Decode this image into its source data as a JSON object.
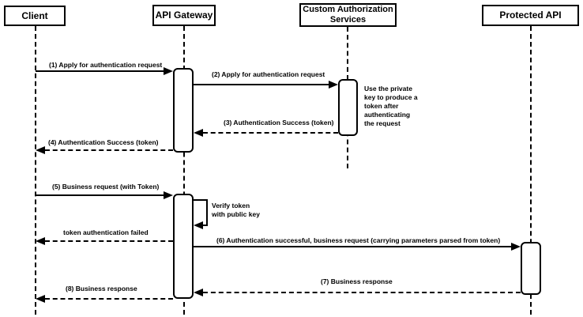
{
  "diagram_type": "uml-sequence-diagram",
  "colors": {
    "line": "#000000",
    "fill": "#ffffff",
    "text": "#000000"
  },
  "participants": {
    "client": "Client",
    "gateway": "API Gateway",
    "custom_auth": "Custom Authorization Services",
    "protected_api": "Protected API"
  },
  "messages": {
    "m1": {
      "label": "(1) Apply for authentication request",
      "type": "solid",
      "from": "client",
      "to": "gateway"
    },
    "m2": {
      "label": "(2) Apply for authentication request",
      "type": "solid",
      "from": "gateway",
      "to": "custom_auth"
    },
    "m3": {
      "label": "(3) Authentication Success (token)",
      "type": "dashed",
      "from": "custom_auth",
      "to": "gateway"
    },
    "m4": {
      "label": "(4) Authentication Success (token)",
      "type": "dashed",
      "from": "gateway",
      "to": "client"
    },
    "m5": {
      "label": "(5) Business request (with Token)",
      "type": "solid",
      "from": "client",
      "to": "gateway"
    },
    "token_failed": {
      "label": "token authentication failed",
      "type": "dashed",
      "from": "gateway",
      "to": "client"
    },
    "m6": {
      "label": "(6) Authentication successful, business request (carrying parameters parsed from token)",
      "type": "solid",
      "from": "gateway",
      "to": "protected_api"
    },
    "m7": {
      "label": "(7) Business response",
      "type": "dashed",
      "from": "protected_api",
      "to": "gateway"
    },
    "m8": {
      "label": "(8) Business response",
      "type": "dashed",
      "from": "gateway",
      "to": "client"
    }
  },
  "notes": {
    "private_key": "Use the private\nkey to produce a\ntoken after\nauthenticating\nthe request",
    "verify_token": "Verify token\nwith public key"
  }
}
